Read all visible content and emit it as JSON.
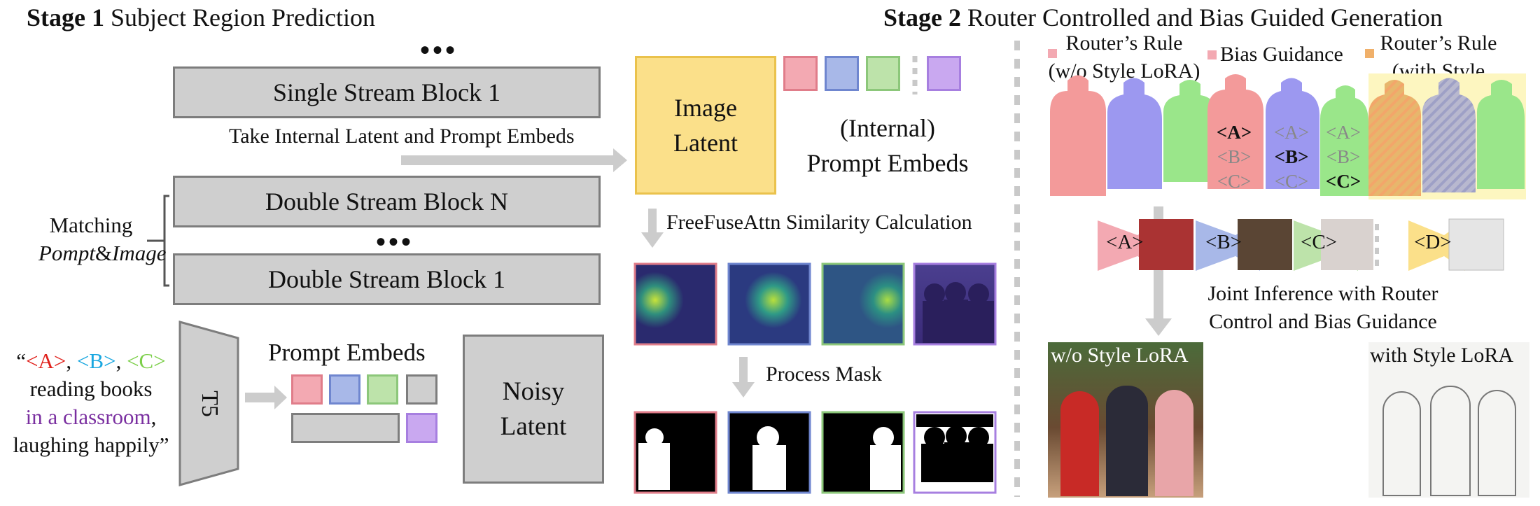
{
  "stage1": {
    "bold": "Stage 1",
    "rest": "Subject Region Prediction"
  },
  "stage2": {
    "bold": "Stage 2",
    "rest": "Router Controlled and Bias Guided Generation"
  },
  "ellipsis": "•••",
  "blocks": {
    "single": "Single Stream Block 1",
    "double_n": "Double Stream Block N",
    "double_1": "Double Stream Block 1"
  },
  "take_internal": "Take Internal Latent and Prompt Embeds",
  "matching": {
    "line1": "Matching",
    "pompt": "Pompt",
    "amp": "&",
    "image": "Image"
  },
  "prompt": {
    "open": "“",
    "a": "<A>",
    "comma1": ", ",
    "b": "<B>",
    "comma2": ", ",
    "c": "<C>",
    "line2": "reading books",
    "line3": "in a classroom",
    "line3_comma": ",",
    "line4": "laughing happily”"
  },
  "t5": "T5",
  "prompt_embeds": "Prompt Embeds",
  "noisy_latent": {
    "line1": "Noisy",
    "line2": "Latent"
  },
  "image_latent": {
    "line1": "Image",
    "line2": "Latent"
  },
  "internal_embeds": {
    "line1": "(Internal)",
    "line2": "Prompt Embeds"
  },
  "freefuse": "FreeFuseAttn Similarity Calculation",
  "process_mask": "Process Mask",
  "legend": {
    "router_rule": "Router’s Rule",
    "wo_style": "(w/o Style LoRA)",
    "bias_guidance": "Bias Guidance",
    "router_rule2": "Router’s Rule",
    "with_style": "(with Style LoRA)"
  },
  "tokens": {
    "a": "<A>",
    "b": "<B>",
    "c": "<C>",
    "d": "<D>"
  },
  "joint": {
    "line1": "Joint Inference with Router",
    "line2": "Control and Bias Guidance"
  },
  "out_wo": "w/o Style LoRA",
  "out_with": "with Style LoRA",
  "colors": {
    "a": "#f3a9b2",
    "a_border": "#e07d8a",
    "b": "#a8b8e8",
    "b_border": "#6f86cf",
    "c": "#bde3aa",
    "c_border": "#8cc77a",
    "d": "#c9a8f0",
    "d_border": "#a77fe0",
    "yellow": "#fbe08a",
    "yellow_border": "#eac24c",
    "block_fill": "#cfcfcf",
    "block_border": "#7d7d7d",
    "prompt_a": "#e0201b",
    "prompt_b": "#1aa7e0",
    "prompt_c": "#7ccf4a",
    "prompt_purple": "#7a2fa0"
  }
}
